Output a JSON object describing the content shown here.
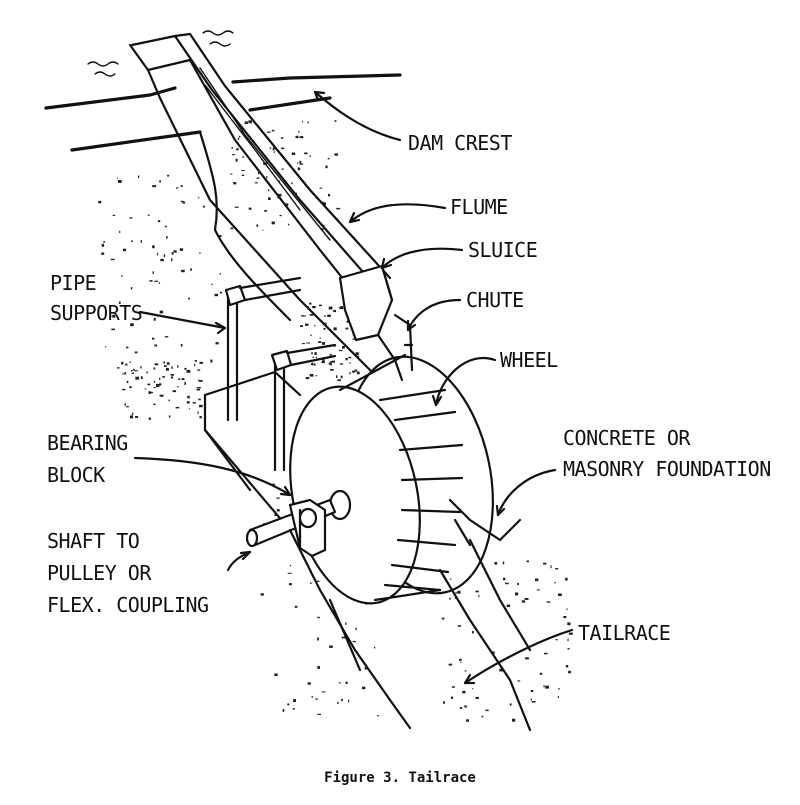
{
  "labels": {
    "dam_crest": "DAM CREST",
    "flume": "FLUME",
    "sluice": "SLUICE",
    "chute": "CHUTE",
    "wheel": "WHEEL",
    "pipe_supports_1": "PIPE",
    "pipe_supports_2": "SUPPORTS",
    "bearing_block_1": "BEARING",
    "bearing_block_2": "BLOCK",
    "shaft_1": "SHAFT TO",
    "shaft_2": "PULLEY OR",
    "shaft_3": "FLEX. COUPLING",
    "foundation_1": "CONCRETE OR",
    "foundation_2": "MASONRY FOUNDATION",
    "tailrace": "TAILRACE"
  },
  "caption": "Figure 3.  Tailrace"
}
